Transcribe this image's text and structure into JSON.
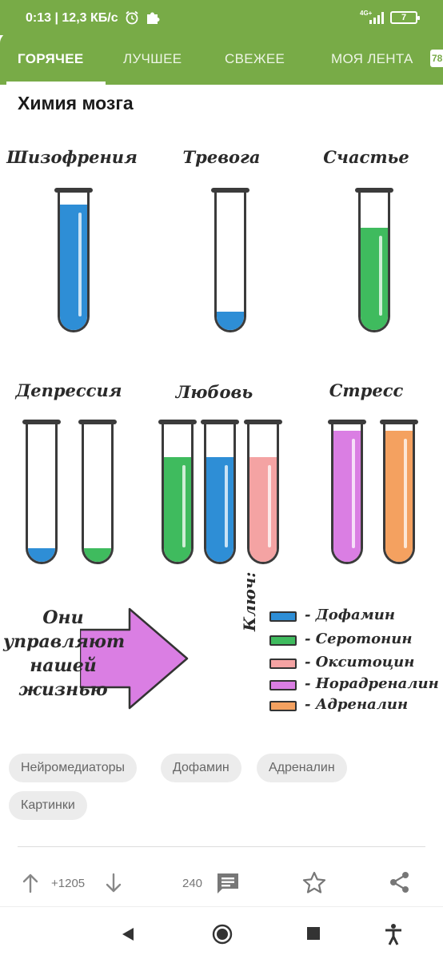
{
  "status": {
    "time": "0:13 | 12,3 КБ/с",
    "network": "4G+",
    "battery": "7"
  },
  "tabs": [
    {
      "label": "ГОРЯЧЕЕ",
      "active": true
    },
    {
      "label": "ЛУЧШЕЕ",
      "active": false
    },
    {
      "label": "СВЕЖЕЕ",
      "active": false
    },
    {
      "label": "МОЯ ЛЕНТА",
      "active": false
    }
  ],
  "tab_badge": "78",
  "post": {
    "title": "Химия мозга"
  },
  "infographic": {
    "states": [
      {
        "label": "Шизофрения",
        "tubes": [
          {
            "chemical": "Дофамин",
            "level": 0.9
          }
        ]
      },
      {
        "label": "Тревога",
        "tubes": [
          {
            "chemical": "Дофамин",
            "level": 0.13
          }
        ]
      },
      {
        "label": "Счастье",
        "tubes": [
          {
            "chemical": "Серотонин",
            "level": 0.73
          }
        ]
      },
      {
        "label": "Депрессия",
        "tubes": [
          {
            "chemical": "Дофамин",
            "level": 0.1
          },
          {
            "chemical": "Серотонин",
            "level": 0.1
          }
        ]
      },
      {
        "label": "Любовь",
        "tubes": [
          {
            "chemical": "Серотонин",
            "level": 0.75
          },
          {
            "chemical": "Дофамин",
            "level": 0.75
          },
          {
            "chemical": "Окситоцин",
            "level": 0.75
          }
        ]
      },
      {
        "label": "Стресс",
        "tubes": [
          {
            "chemical": "Норадреналин",
            "level": 0.94
          },
          {
            "chemical": "Адреналин",
            "level": 0.94
          }
        ]
      }
    ],
    "motto": "Они управляют нашей жизнью",
    "key_label": "Ключ:",
    "key": [
      {
        "name": "- Дофамин",
        "color": "#2e8ed6"
      },
      {
        "name": "- Серотонин",
        "color": "#3fbb5e"
      },
      {
        "name": "- Окситоцин",
        "color": "#f4a3a3"
      },
      {
        "name": "- Норадреналин",
        "color": "#da7ee3"
      },
      {
        "name": "- Адреналин",
        "color": "#f4a160"
      }
    ],
    "arrow_color": "#da7ee3"
  },
  "tags": [
    "Нейромедиаторы",
    "Дофамин",
    "Адреналин",
    "Картинки"
  ],
  "actions": {
    "rating": "+1205",
    "comments": "240"
  },
  "colors": {
    "brand": "#78ab47",
    "tag_bg": "#ececec"
  }
}
